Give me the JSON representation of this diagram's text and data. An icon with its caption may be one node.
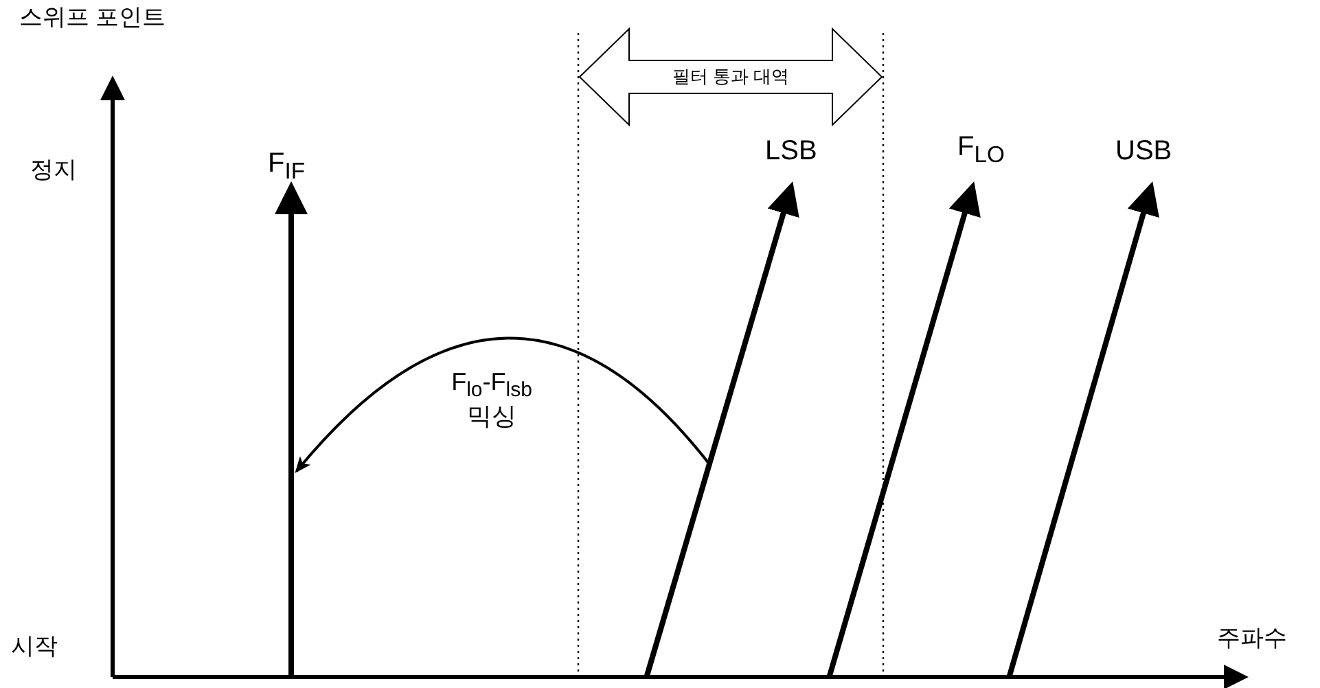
{
  "diagram": {
    "nodes": [
      {
        "text": [],
        "shape": "line",
        "beside": [
          "F$_{IF}$"
        ]
      },
      {
        "text": [],
        "shape": "line",
        "beside": [
          "LSB"
        ]
      },
      {
        "text": [],
        "shape": "line",
        "beside": [
          "F$_{LO}$"
        ]
      },
      {
        "text": [],
        "shape": "line",
        "beside": [
          "USB"
        ]
      },
      {
        "text": [
          "필터 통과 대역"
        ]
      }
    ],
    "edges": [
      {
        "from": 1,
        "to": 0,
        "arrow": "to",
        "label": "F$_{lo}$-F$_{lsb}$ 믹싱"
      }
    ],
    "labels": [
      "스위프 포인트",
      "정지",
      "시작",
      "주파수"
    ]
  }
}
